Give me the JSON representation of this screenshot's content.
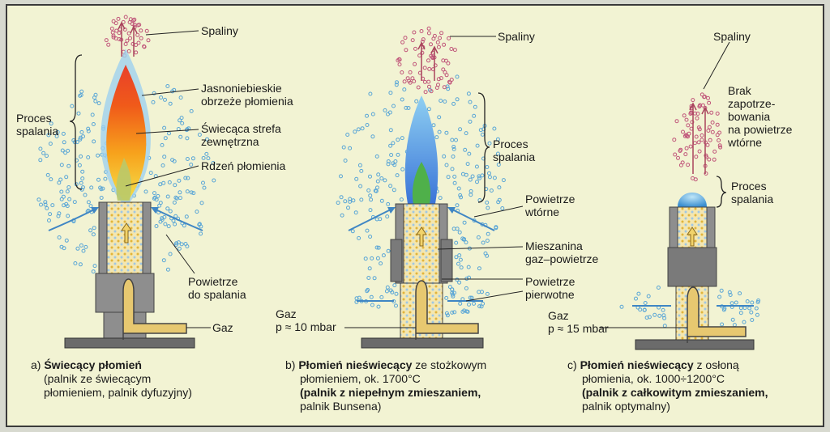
{
  "colors": {
    "panel": "#f2f3d3",
    "border": "#3a3a3a",
    "metal": "#8e8e8e",
    "metal_dark": "#5f5f5f",
    "air": "#5aa6d6",
    "exhaust": "#c0567a",
    "mix": "#e8c960"
  },
  "panel_a": {
    "spaliny": "Spaliny",
    "jasno_1": "Jasnoniebieskie",
    "jasno_2": "obrzeże płomienia",
    "swiec_1": "Świecąca strefa",
    "swiec_2": "zewnętrzna",
    "rdzen": "Rdzeń płomienia",
    "proces_1": "Proces",
    "proces_2": "spalania",
    "pow_1": "Powietrze",
    "pow_2": "do spalania",
    "gaz": "Gaz",
    "cap_prefix": "a)",
    "cap_bold": "Świecący płomień",
    "cap_line2": "(palnik ze świecącym",
    "cap_line3": "płomieniem, palnik dyfuzyjny)"
  },
  "panel_b": {
    "spaliny": "Spaliny",
    "proces_1": "Proces",
    "proces_2": "spalania",
    "wtorne_1": "Powietrze",
    "wtorne_2": "wtórne",
    "miesz_1": "Mieszanina",
    "miesz_2": "gaz–powietrze",
    "pierw_1": "Powietrze",
    "pierw_2": "pierwotne",
    "gaz_1": "Gaz",
    "gaz_2": "p ≈ 10 mbar",
    "cap_prefix": "b)",
    "cap_bold": "Płomień nieświecący",
    "cap_rest": " ze stożkowym",
    "cap_line2": "płomieniem, ok. 1700°C",
    "cap_line3": "(palnik z niepełnym zmieszaniem,",
    "cap_line4": "palnik Bunsena)"
  },
  "panel_c": {
    "spaliny": "Spaliny",
    "brak_1": "Brak",
    "brak_2": "zapotrze-",
    "brak_3": "bowania",
    "brak_4": "na powietrze",
    "brak_5": "wtórne",
    "proces_1": "Proces",
    "proces_2": "spalania",
    "gaz_1": "Gaz",
    "gaz_2": "p ≈ 15 mbar",
    "cap_prefix": "c)",
    "cap_bold": "Płomień nieświecący",
    "cap_rest": " z osłoną",
    "cap_line2": "płomienia, ok. 1000÷1200°C",
    "cap_line3": "(palnik z całkowitym zmieszaniem,",
    "cap_line4": "palnik optymalny)"
  }
}
